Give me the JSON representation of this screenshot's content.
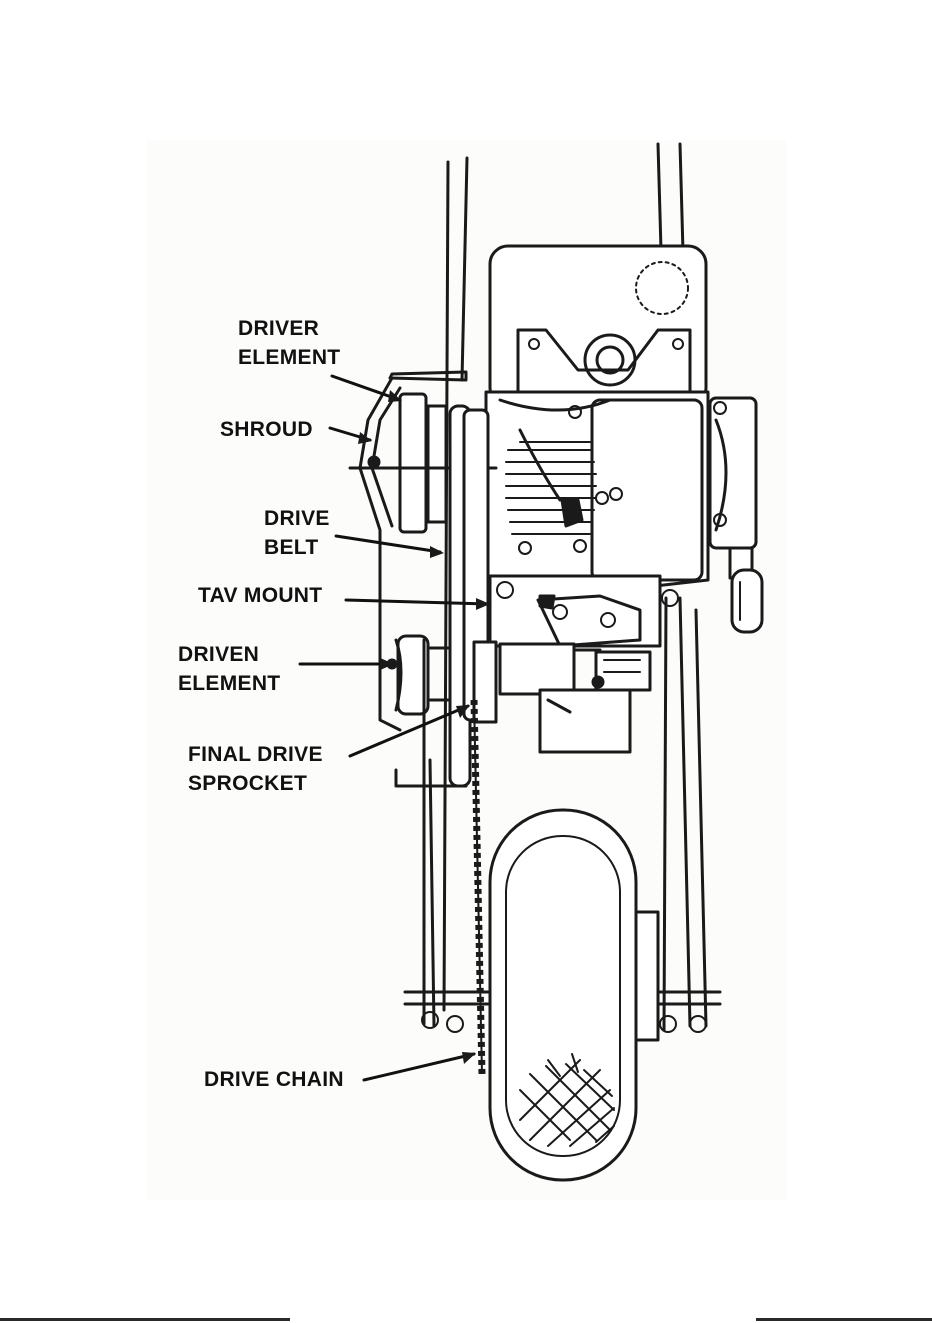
{
  "labels": {
    "driver_element": [
      "DRIVER",
      "ELEMENT"
    ],
    "shroud": [
      "SHROUD"
    ],
    "drive_belt": [
      "DRIVE",
      "BELT"
    ],
    "tav_mount": [
      "TAV MOUNT"
    ],
    "driven_element": [
      "DRIVEN",
      "ELEMENT"
    ],
    "final_drive_sprocket": [
      "FINAL DRIVE",
      "SPROCKET"
    ],
    "drive_chain": [
      "DRIVE CHAIN"
    ]
  }
}
